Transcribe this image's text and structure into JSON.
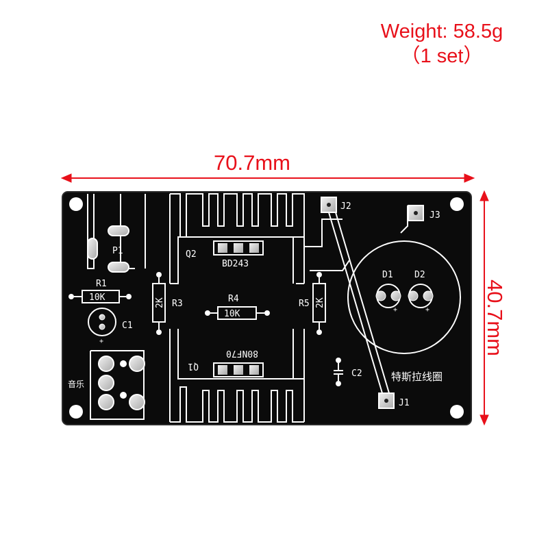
{
  "weight": {
    "line1": "Weight: 58.5g",
    "line2": "（1 set）"
  },
  "dimensions": {
    "width": "70.7mm",
    "height": "40.7mm"
  },
  "pcb": {
    "labels": {
      "j2": "J2",
      "j3": "J3",
      "j1": "J1",
      "p1": "P1",
      "q2": "Q2",
      "q2_part": "BD243",
      "q1": "Q1",
      "q1_part": "80NF70",
      "r1": "R1",
      "r1_value": "10K",
      "r3": "R3",
      "r3_value": "2K",
      "r4": "R4",
      "r4_value": "10K",
      "r5": "R5",
      "r5_value": "2K",
      "c1": "C1",
      "c2": "C2",
      "d1": "D1",
      "d2": "D2",
      "plus": "+",
      "music": "音乐",
      "tesla": "特斯拉线圈"
    }
  },
  "colors": {
    "annotation": "#e8101a",
    "board": "#0b0b0b",
    "silkscreen": "#ffffff",
    "pad": "#d8d8d8"
  }
}
